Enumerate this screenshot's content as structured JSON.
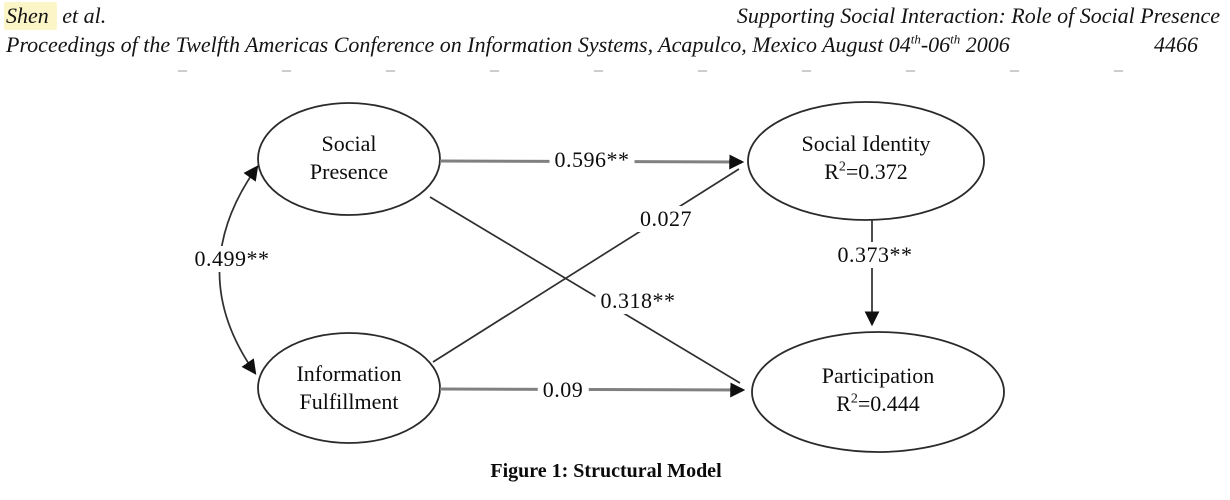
{
  "header": {
    "authors": {
      "highlighted": "Shen",
      "rest": " et al."
    },
    "running_title": "Supporting Social Interaction: Role of Social Presence",
    "proceedings": {
      "part1": "Proceedings of the Twelfth Americas Conference on Information Systems, Acapulco, Mexico August 04",
      "sup1": "th",
      "part2": "-06",
      "sup2": "th",
      "part3": " 2006"
    },
    "page_number": "4466"
  },
  "diagram": {
    "nodes": {
      "social_presence": {
        "line1": "Social",
        "line2": "Presence"
      },
      "information_fulfillment": {
        "line1": "Information",
        "line2": "Fulfillment"
      },
      "social_identity": {
        "name": "Social Identity",
        "r_label": "R",
        "r_sup": "2",
        "r_value": "=0.372"
      },
      "participation": {
        "name": "Participation",
        "r_label": "R",
        "r_sup": "2",
        "r_value": "=0.444"
      }
    },
    "edges": {
      "sp_to_si": "0.596**",
      "sp_to_pa": "0.318**",
      "if_to_si": "0.027",
      "if_to_pa": "0.09",
      "si_to_pa": "0.373**",
      "sp_if_covariance": "0.499**"
    },
    "colors": {
      "highlight": "#fbf5c8",
      "line_gray": "#808080",
      "line_dark": "#2f2f2f",
      "arrowhead": "#101010"
    }
  },
  "caption": "Figure 1: Structural Model"
}
